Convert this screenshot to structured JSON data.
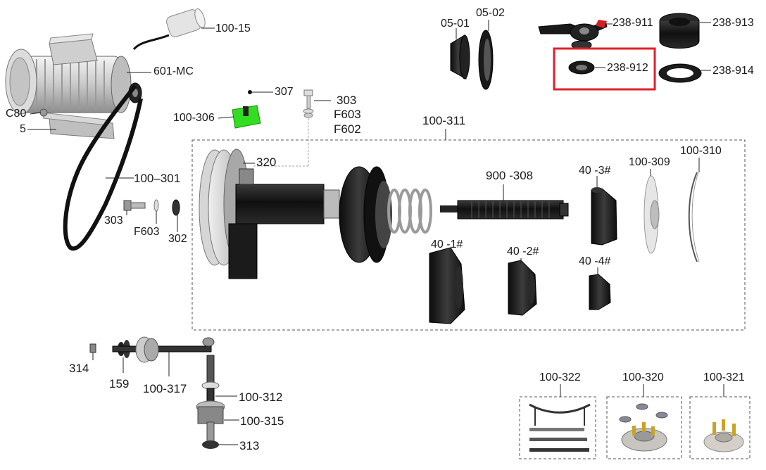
{
  "labels": {
    "l100_15": "100-15",
    "l601_mc": "601-MC",
    "c80": "C80",
    "l5": "5",
    "l307": "307",
    "l100_306": "100-306",
    "l303_top": "303",
    "f603_top": "F603",
    "f602": "F602",
    "l05_01": "05-01",
    "l05_02": "05-02",
    "l238_911": "238-911",
    "l238_913": "238-913",
    "l238_912": "238-912",
    "l238_914": "238-914",
    "l100_311": "100-311",
    "l320": "320",
    "l900_308": "900 -308",
    "l40_3": "40 -3#",
    "l100_309": "100-309",
    "l100_310": "100-310",
    "l100_301": "100–301",
    "l303_mid": "303",
    "f603_mid": "F603",
    "l302": "302",
    "l40_1": "40 -1#",
    "l40_2": "40 -2#",
    "l40_4": "40 -4#",
    "l314": "314",
    "l159": "159",
    "l100_317": "100-317",
    "l100_312": "100-312",
    "l100_315": "100-315",
    "l313": "313",
    "l100_322": "100-322",
    "l100_320": "100-320",
    "l100_321": "100-321"
  },
  "colors": {
    "highlight": "#e0202a",
    "green_board": "#33dd22",
    "red_handle": "#d02020"
  }
}
